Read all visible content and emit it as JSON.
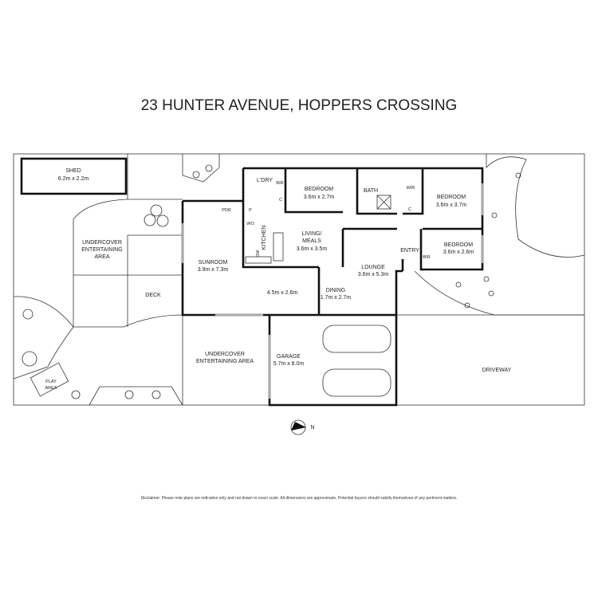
{
  "title": "23 HUNTER AVENUE, HOPPERS CROSSING",
  "rooms": {
    "shed": {
      "name": "SHED",
      "size": "6.2m x 2.2m"
    },
    "laundry": {
      "name": "L'DRY"
    },
    "bir1": {
      "name": "BIR"
    },
    "c1": {
      "name": "C"
    },
    "bedroom1": {
      "name": "BEDROOM",
      "size": "3.6m x 2.7m"
    },
    "bath": {
      "name": "BATH"
    },
    "wir": {
      "name": "WIR"
    },
    "c2": {
      "name": "C"
    },
    "bedroom2": {
      "name": "BEDROOM",
      "size": "3.6m x 3.7m"
    },
    "pdr": {
      "name": "PDR"
    },
    "pantry": {
      "name": "P"
    },
    "wo": {
      "name": "WO"
    },
    "kitchen": {
      "name": "KITCHEN"
    },
    "dw": {
      "name": "DW"
    },
    "living": {
      "line1": "LIVING/",
      "line2": "MEALS",
      "size": "3.6m x 3.5m"
    },
    "undercover1": {
      "line1": "UNDERCOVER",
      "line2": "ENTERTAINING",
      "line3": "AREA"
    },
    "sunroom": {
      "name": "SUNROOM",
      "size": "3.9m x 7.3m"
    },
    "lounge": {
      "name": "LOUNGE",
      "size": "3.6m x 5.3m"
    },
    "entry": {
      "name": "ENTRY"
    },
    "bir2": {
      "name": "BIR"
    },
    "bedroom3": {
      "name": "BEDROOM",
      "size": "3.6m x 2.6m"
    },
    "room_unlabeled": {
      "size": "4.5m x 2.6m"
    },
    "dining": {
      "name": "DINING",
      "size": "1.7m x 2.7m"
    },
    "deck": {
      "name": "DECK"
    },
    "undercover2": {
      "line1": "UNDERCOVER",
      "line2": "ENTERTAINING AREA"
    },
    "garage": {
      "name": "GARAGE",
      "size": "5.7m x 8.0m"
    },
    "driveway": {
      "name": "DRIVEWAY"
    },
    "play": {
      "line1": "PLAY",
      "line2": "AREA"
    }
  },
  "compass": {
    "label": "N"
  },
  "disclaimer": "Disclaimer: Please note plans are indicative only and not drawn to exact scale. All dimensions are approximate. Potential buyers should satisfy themselves of any pertinent matters."
}
